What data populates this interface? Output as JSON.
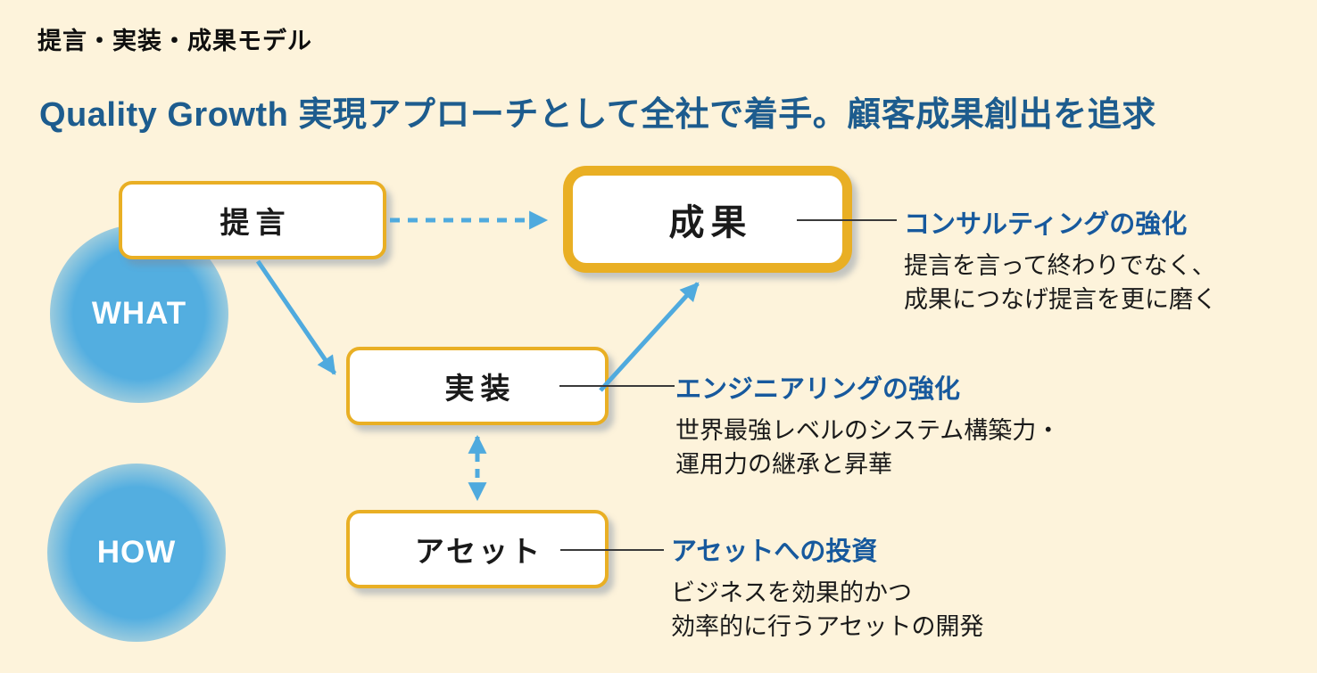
{
  "page": {
    "subtitle": "提言・実装・成果モデル",
    "headline": "Quality Growth 実現アプローチとして全社で着手。顧客成果創出を追求"
  },
  "diagram": {
    "labels": {
      "what": "WHAT",
      "how": "HOW"
    },
    "nodes": [
      "提言",
      "成果",
      "実装",
      "アセット"
    ],
    "annotations": [
      {
        "title": "コンサルティングの強化",
        "lines": [
          "提言を言って終わりでなく、",
          "成果につなげ提言を更に磨く"
        ]
      },
      {
        "title": "エンジニアリングの強化",
        "lines": [
          "世界最強レベルのシステム構築力・",
          "運用力の継承と昇華"
        ]
      },
      {
        "title": "アセットへの投資",
        "lines": [
          "ビジネスを効果的かつ",
          "効率的に行うアセットの開発"
        ]
      }
    ],
    "colors": {
      "background": "#FDF3DB",
      "box_border": "#E9AF24",
      "box_bg": "#FFFFFF",
      "arrow_blue": "#4FAADE",
      "circle_blue": "#53AEE0",
      "headline_blue": "#1D5C8E",
      "annotation_blue": "#17599D",
      "text_black": "#1A1A1A",
      "connector_dark": "#3A3A3A"
    }
  }
}
